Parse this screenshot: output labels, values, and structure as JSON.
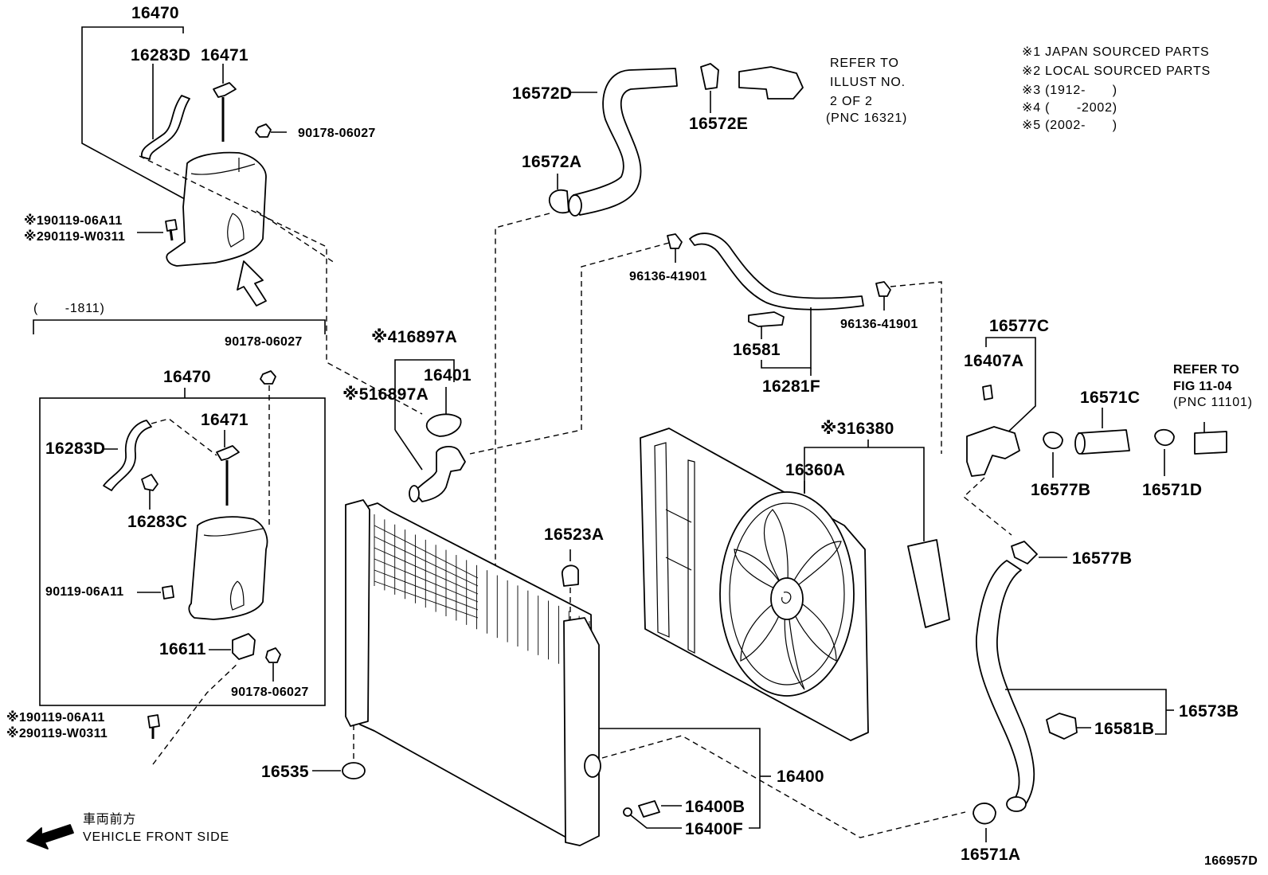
{
  "legend": {
    "notes": [
      "※1 JAPAN SOURCED PARTS",
      "※2 LOCAL SOURCED PARTS",
      "※3 (1912-　　)",
      "※4 (　　-2002)",
      "※5 (2002-　　)"
    ]
  },
  "refs": {
    "ref_illust": [
      "REFER TO",
      "ILLUST NO.",
      "2 OF 2",
      "(PNC 16321)"
    ],
    "ref_fig": [
      "REFER TO",
      "FIG 11-04",
      "(PNC 11101)"
    ]
  },
  "callouts": {
    "reservoir_top": "16470",
    "hose_top": "16283D",
    "cap_top": "16471",
    "nut_top": "90178-06027",
    "bolt_top_1": "※190119-06A11",
    "bolt_top_2": "※290119-W0311",
    "period": "(　　-1811)",
    "nut_mid": "90178-06027",
    "reservoir_box": "16470",
    "cap_box": "16471",
    "hose_box": "16283D",
    "clip_box": "16283C",
    "bolt_box": "90119-06A11",
    "bracket_box": "16611",
    "nut_box": "90178-06027",
    "bolt_bottom_1": "※190119-06A11",
    "bolt_bottom_2": "※290119-W0311",
    "upper_hose": "16572D",
    "upper_clamp": "16572A",
    "upper_clip": "16572E",
    "bypass_clamp_left": "96136-41901",
    "bypass_clamp_right": "96136-41901",
    "bypass_bracket": "16581",
    "bypass_hose": "16281F",
    "inlet_4": "※416897A",
    "inlet_5": "※516897A",
    "radiator_cap": "16401",
    "seal": "※316380",
    "shroud": "16360A",
    "cushion_top": "16523A",
    "cushion_bottom": "16535",
    "radiator": "16400",
    "drain_cock": "16400B",
    "drain_oring": "16400F",
    "outlet_assy": "16577C",
    "sensor": "16407A",
    "clamp_outlet": "16577B",
    "hose_c": "16571C",
    "clamp_d": "16571D",
    "clamp_hose_top": "16577B",
    "lower_hose": "16573B",
    "lower_clamp_b": "16581B",
    "lower_clamp_a": "16571A"
  },
  "direction": {
    "jp": "車両前方",
    "en": "VEHICLE FRONT SIDE"
  },
  "figure_id": "166957D"
}
